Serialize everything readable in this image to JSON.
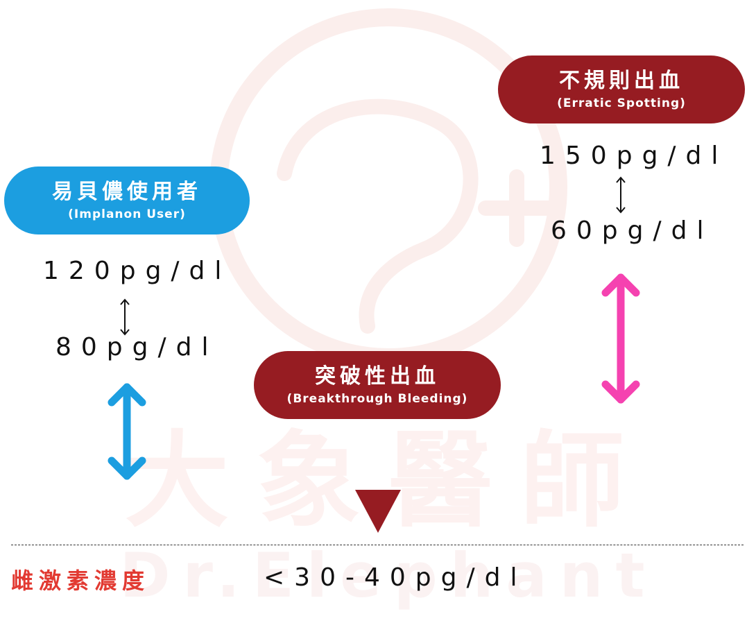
{
  "watermark": {
    "zh": "大象醫師",
    "en": "Dr.Elephant"
  },
  "implanon_user": {
    "title_zh": "易貝儂使用者",
    "title_en": "(Implanon User)",
    "upper_value": "120pg/dl",
    "lower_value": "80pg/dl",
    "color": "#1c9ee0"
  },
  "erratic_spotting": {
    "title_zh": "不規則出血",
    "title_en": "(Erratic Spotting)",
    "upper_value": "150pg/dl",
    "lower_value": "60pg/dl",
    "color": "#961c22",
    "arrow_color": "#f542b0"
  },
  "breakthrough_bleeding": {
    "title_zh": "突破性出血",
    "title_en": "(Breakthrough Bleeding)",
    "color": "#961c22"
  },
  "axis": {
    "label": "雌激素濃度",
    "threshold_value": "<30-40pg/dl",
    "label_color": "#e23a32",
    "marker_color": "#961c22"
  }
}
